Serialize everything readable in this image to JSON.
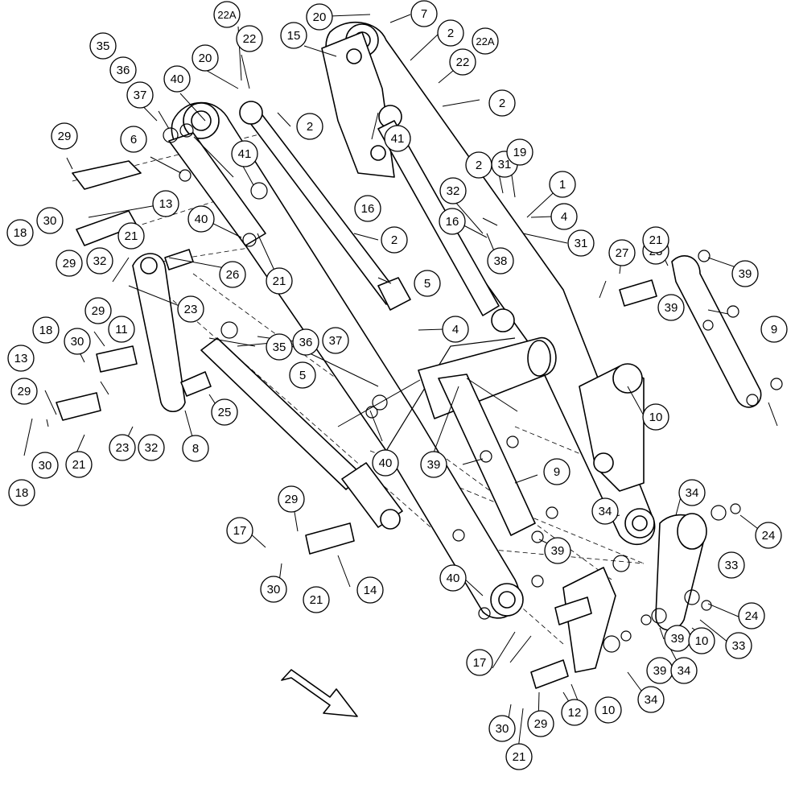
{
  "diagram": {
    "callouts": [
      {
        "label": "22A"
      },
      {
        "label": "22"
      },
      {
        "label": "20"
      },
      {
        "label": "15"
      },
      {
        "label": "20"
      },
      {
        "label": "7"
      },
      {
        "label": "2"
      },
      {
        "label": "22A"
      },
      {
        "label": "22"
      },
      {
        "label": "2"
      },
      {
        "label": "35"
      },
      {
        "label": "36"
      },
      {
        "label": "37"
      },
      {
        "label": "40"
      },
      {
        "label": "2"
      },
      {
        "label": "41"
      },
      {
        "label": "29"
      },
      {
        "label": "6"
      },
      {
        "label": "41"
      },
      {
        "label": "31"
      },
      {
        "label": "19"
      },
      {
        "label": "2"
      },
      {
        "label": "1"
      },
      {
        "label": "13"
      },
      {
        "label": "32"
      },
      {
        "label": "16"
      },
      {
        "label": "4"
      },
      {
        "label": "40"
      },
      {
        "label": "16"
      },
      {
        "label": "18"
      },
      {
        "label": "30"
      },
      {
        "label": "21"
      },
      {
        "label": "2"
      },
      {
        "label": "31"
      },
      {
        "label": "28"
      },
      {
        "label": "21"
      },
      {
        "label": "29"
      },
      {
        "label": "32"
      },
      {
        "label": "21"
      },
      {
        "label": "38"
      },
      {
        "label": "26"
      },
      {
        "label": "5"
      },
      {
        "label": "27"
      },
      {
        "label": "39"
      },
      {
        "label": "23"
      },
      {
        "label": "4"
      },
      {
        "label": "39"
      },
      {
        "label": "9"
      },
      {
        "label": "18"
      },
      {
        "label": "29"
      },
      {
        "label": "30"
      },
      {
        "label": "11"
      },
      {
        "label": "35"
      },
      {
        "label": "36"
      },
      {
        "label": "37"
      },
      {
        "label": "13"
      },
      {
        "label": "29"
      },
      {
        "label": "5"
      },
      {
        "label": "10"
      },
      {
        "label": "25"
      },
      {
        "label": "39"
      },
      {
        "label": "8"
      },
      {
        "label": "23"
      },
      {
        "label": "32"
      },
      {
        "label": "30"
      },
      {
        "label": "21"
      },
      {
        "label": "39"
      },
      {
        "label": "40"
      },
      {
        "label": "18"
      },
      {
        "label": "9"
      },
      {
        "label": "29"
      },
      {
        "label": "34"
      },
      {
        "label": "17"
      },
      {
        "label": "34"
      },
      {
        "label": "24"
      },
      {
        "label": "39"
      },
      {
        "label": "33"
      },
      {
        "label": "30"
      },
      {
        "label": "21"
      },
      {
        "label": "14"
      },
      {
        "label": "40"
      },
      {
        "label": "24"
      },
      {
        "label": "10"
      },
      {
        "label": "33"
      },
      {
        "label": "17"
      },
      {
        "label": "39"
      },
      {
        "label": "34"
      },
      {
        "label": "12"
      },
      {
        "label": "10"
      },
      {
        "label": "34"
      },
      {
        "label": "30"
      },
      {
        "label": "29"
      },
      {
        "label": "21"
      }
    ]
  }
}
